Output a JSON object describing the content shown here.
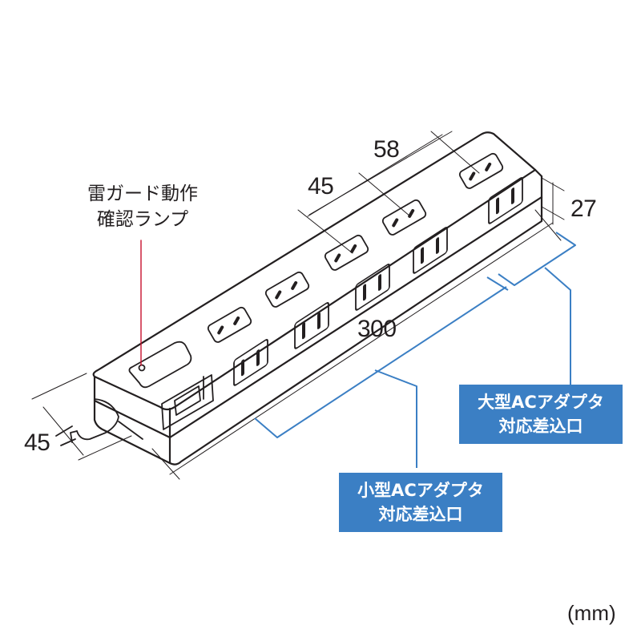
{
  "diagram": {
    "subject": "power strip dimension drawing",
    "line_color": "#231f20",
    "accent_color": "#3b7fc4",
    "indicator_line_color": "#c8102e"
  },
  "dimensions": {
    "length": "300",
    "depth": "45",
    "height": "27",
    "outlet_pitch_small": "45",
    "outlet_pitch_large": "58"
  },
  "labels": {
    "lamp": {
      "line1": "雷ガード動作",
      "line2": "確認ランプ"
    },
    "large_adapter": {
      "line1": "大型ACアダプタ",
      "line2": "対応差込口"
    },
    "small_adapter": {
      "line1": "小型ACアダプタ",
      "line2": "対応差込口"
    },
    "unit": "(mm)"
  }
}
